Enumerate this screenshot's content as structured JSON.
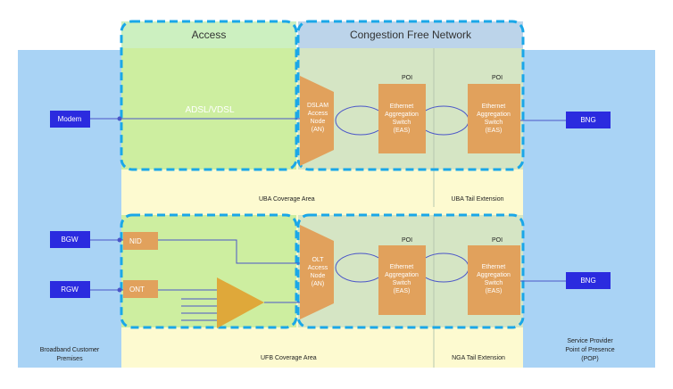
{
  "colors": {
    "side": "#a9d3f5",
    "zone": "#fdfad0",
    "access": "#cdeea0",
    "congestion": "#d5e5c4",
    "header_access": "#ccf0c0",
    "header_cfn": "#bcd4ea",
    "device": "#2b2bdf",
    "node": "#e1a15c",
    "amp": "#dfa83a",
    "dash": "#1aa7e8",
    "line": "#4a55c8"
  },
  "headers": {
    "access": "Access",
    "cfn": "Congestion Free Network"
  },
  "devices": {
    "modem": "Modem",
    "bgw": "BGW",
    "rgw": "RGW",
    "bng_top": "BNG",
    "bng_bottom": "BNG",
    "nid": "NID",
    "ont": "ONT"
  },
  "link_label": "ADSL/VDSL",
  "nodes": {
    "dslam": [
      "DSLAM",
      "Access",
      "Node",
      "(AN)"
    ],
    "olt": [
      "OLT",
      "Access",
      "Node",
      "(AN)"
    ],
    "eas": [
      "Ethernet",
      "Aggregation",
      "Switch",
      "(EAS)"
    ]
  },
  "poi": "POI",
  "areas": {
    "uba_coverage": "UBA Coverage Area",
    "uba_tail": "UBA Tail Extension",
    "ufb_coverage": "UFB Coverage Area",
    "nga_tail": "NGA Tail Extension"
  },
  "side_labels": {
    "left": [
      "Broadband Customer",
      "Premises"
    ],
    "right": [
      "Service Provider",
      "Point of Presence",
      "(POP)"
    ]
  }
}
